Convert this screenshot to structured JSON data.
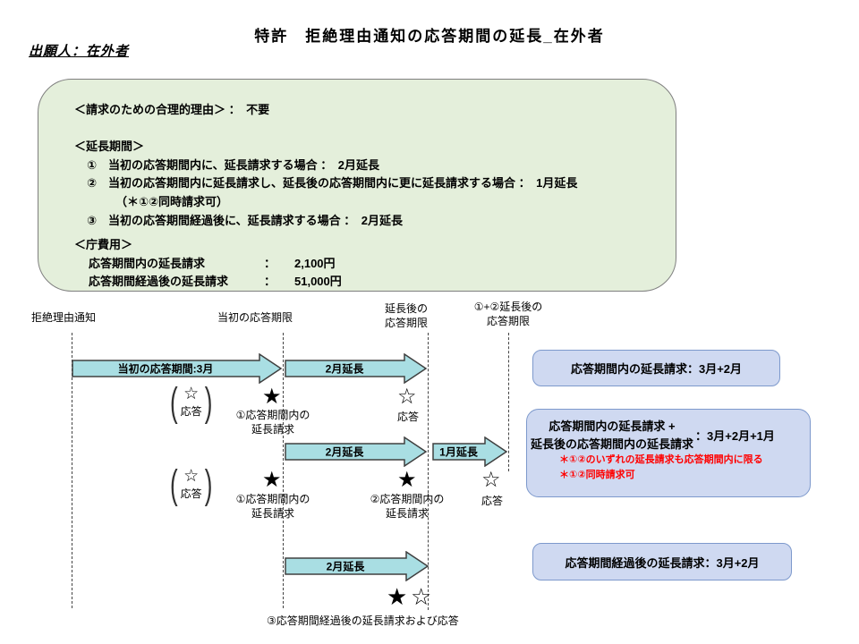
{
  "colors": {
    "info_box_fill": "#e4efdb",
    "info_box_border": "#7f7f7f",
    "arrow_fill": "#a9dee3",
    "arrow_border": "#404040",
    "summary_fill": "#cfd9f1",
    "summary_border": "#7d99cc",
    "note_red": "#ff0000"
  },
  "title": "特許　拒絶理由通知の応答期間の延長_在外者",
  "applicant": "出願人：在外者",
  "info_box": {
    "reason": "＜請求のための合理的理由＞ ：　不要",
    "period_heading": "＜延長期間＞",
    "item1": "①　当初の応答期間内に、延長請求する場合 ：　2月延長",
    "item2": "②　当初の応答期間内に延長請求し、延長後の応答期間内に更に延長請求する場合 ：　1月延長",
    "item2_note": "（＊①②同時請求可）",
    "item3": "③　当初の応答期間経過後に、延長請求する場合 ：　2月延長",
    "fee_heading": "＜庁費用＞",
    "fee1_label": "応答期間内の延長請求",
    "fee1_colon": "：",
    "fee1_value": "2,100円",
    "fee2_label": "応答期間経過後の延長請求",
    "fee2_colon": "：",
    "fee2_value": "51,000円"
  },
  "timeline": {
    "label_notice": "拒絶理由通知",
    "label_initial_deadline": "当初の応答期限",
    "label_ext_deadline_1": "延長後の",
    "label_ext_deadline_2": "応答期限",
    "label_ext12_deadline_1": "①+②延長後の",
    "label_ext12_deadline_2": "応答期限",
    "arrow_initial": "当初の応答期間:3月",
    "arrow_2m_a": "2月延長",
    "arrow_2m_b": "2月延長",
    "arrow_1m": "1月延長",
    "arrow_2m_c": "2月延長",
    "star_filled": "★",
    "star_open": "☆",
    "paren_open": "(",
    "paren_close": ")",
    "response": "応答",
    "req1_l1": "①応答期間内の",
    "req1_l2": "延長請求",
    "req2_l1": "②応答期間内の",
    "req2_l2": "延長請求",
    "req3": "③応答期間経過後の延長請求および応答"
  },
  "summaries": {
    "box1": "応答期間内の延長請求：3月+2月",
    "box2_l1": "応答期間内の延長請求 +",
    "box2_l2": "延長後の応答期間内の延長請求",
    "box2_result": "：3月+2月+1月",
    "box2_note1": "＊①②のいずれの延長請求も応答期間内に限る",
    "box2_note2": "＊①②同時請求可",
    "box3": "応答期間経過後の延長請求：3月+2月"
  }
}
